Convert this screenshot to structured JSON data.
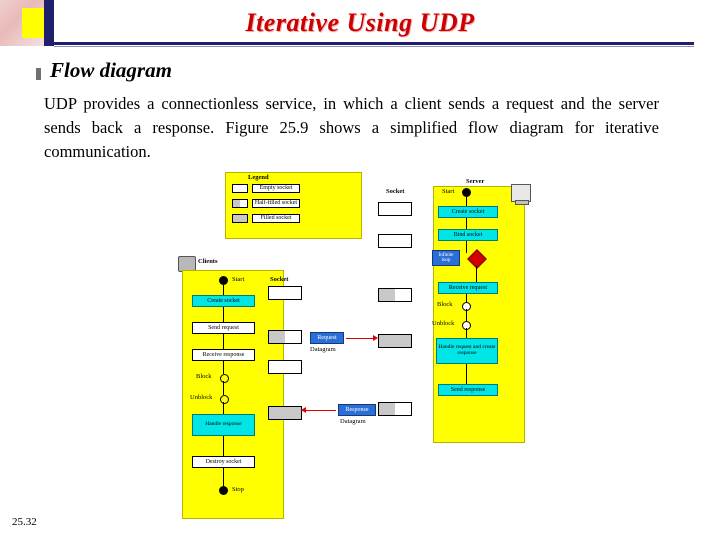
{
  "slide": {
    "title": "Iterative Using UDP",
    "number": "25.32",
    "bullet_heading": "Flow diagram",
    "body_text": "UDP provides a connectionless service, in which a client sends a request and the server sends back a response. Figure 25.9 shows a simplified flow diagram for iterative communication."
  },
  "figure": {
    "legend": {
      "title": "Legend",
      "items": [
        {
          "label": "Empty socket",
          "fill": "empty"
        },
        {
          "label": "Half-filled socket",
          "fill": "half"
        },
        {
          "label": "Filled socket",
          "fill": "filled"
        }
      ]
    },
    "client": {
      "title": "Clients",
      "panel_label": "Start",
      "steps": [
        "Create socket",
        "Send request",
        "Receive response",
        "Block",
        "Unblock",
        "Handle response",
        "Destroy socket",
        "Stop"
      ]
    },
    "server": {
      "title": "Server",
      "panel_label": "Start",
      "infinite_loop_label": "Infinite loop",
      "steps": [
        "Create socket",
        "Bind socket",
        "Receive request",
        "Block",
        "Unblock",
        "Handle request and create response",
        "Send response"
      ]
    },
    "middle": {
      "socket_label_left": "Socket",
      "socket_label_right": "Socket",
      "request_label": "Request",
      "request_sub": "Datagram",
      "response_label": "Response",
      "response_sub": "Datagram"
    },
    "colors": {
      "panel": "#ffff00",
      "accent_cyan": "#00e5e5",
      "accent_blue": "#2a6ed8",
      "arrow_red": "#e00000",
      "title_red": "#cc0000",
      "rule_navy": "#1f1f6e"
    }
  }
}
